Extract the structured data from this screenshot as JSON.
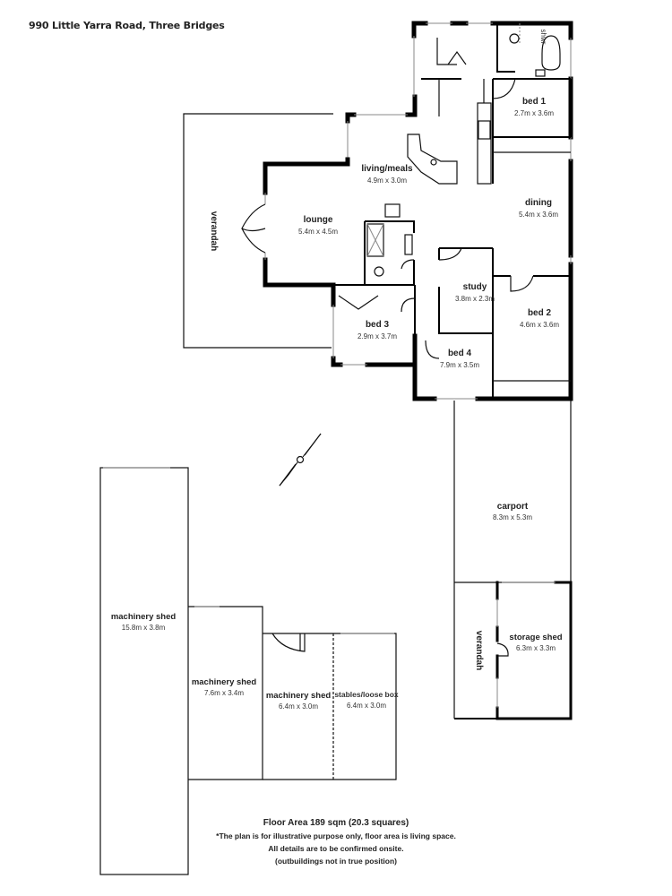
{
  "title": "990 Little Yarra Road, Three Bridges",
  "rooms": {
    "bed1": {
      "name": "bed 1",
      "dims": "2.7m x 3.6m"
    },
    "living": {
      "name": "living/meals",
      "dims": "4.9m x 3.0m"
    },
    "dining": {
      "name": "dining",
      "dims": "5.4m x 3.6m"
    },
    "lounge": {
      "name": "lounge",
      "dims": "5.4m x 4.5m"
    },
    "study": {
      "name": "study",
      "dims": "3.8m x 2.3m"
    },
    "bed2": {
      "name": "bed 2",
      "dims": "4.6m x 3.6m"
    },
    "bed3": {
      "name": "bed 3",
      "dims": "2.9m x 3.7m"
    },
    "bed4": {
      "name": "bed 4",
      "dims": "7.9m x 3.5m"
    },
    "verandah_house": {
      "name": "verandah"
    },
    "shower": {
      "name": "shwr"
    },
    "carport": {
      "name": "carport",
      "dims": "8.3m x 5.3m"
    },
    "verandah_shed": {
      "name": "verandah"
    },
    "storage_shed": {
      "name": "storage shed",
      "dims": "6.3m x 3.3m"
    },
    "machinery1": {
      "name": "machinery shed",
      "dims": "15.8m x 3.8m"
    },
    "machinery2": {
      "name": "machinery shed",
      "dims": "7.6m x 3.4m"
    },
    "machinery3": {
      "name": "machinery shed",
      "dims": "6.4m x 3.0m"
    },
    "stables": {
      "name": "stables/loose box",
      "dims": "6.4m x 3.0m"
    }
  },
  "notes": {
    "floor_area": "Floor Area 189 sqm (20.3 squares)",
    "line1": "*The plan is for illustrative purpose only, floor area is living space.",
    "line2": "All details are to be confirmed onsite.",
    "line3": "(outbuildings not in true position)"
  },
  "icons": {
    "compass": "north-arrow-icon"
  }
}
